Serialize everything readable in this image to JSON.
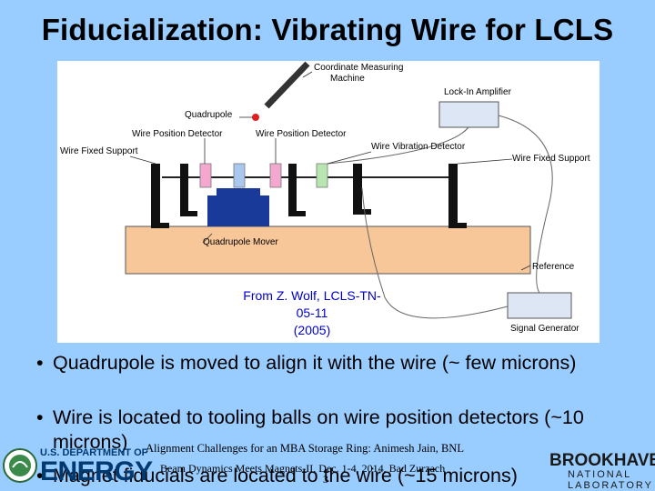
{
  "slide": {
    "title": "Fiducialization: Vibrating Wire for LCLS"
  },
  "figure": {
    "labels": {
      "cmm": "Coordinate Measuring",
      "cmm2": "Machine",
      "lockin": "Lock-In Amplifier",
      "quadrupole": "Quadrupole",
      "wpd_left": "Wire Position Detector",
      "wpd_right": "Wire Position Detector",
      "wire_fixed_support_left": "Wire Fixed Support",
      "wire_vibration_detector": "Wire Vibration Detector",
      "wire_fixed_support_right": "Wire Fixed Support",
      "quadrupole_mover": "Quadrupole Mover",
      "reference": "Reference",
      "signal_generator": "Signal Generator"
    },
    "caption_line1": "From Z. Wolf, LCLS-TN-05-11",
    "caption_line2": "(2005)",
    "colors": {
      "mover": "#f7c79a",
      "quad": "#1a3a99",
      "wpd": "#f4a8d0",
      "wpd_center": "#a8c8ee",
      "vibration_detector": "#b8e6b0",
      "instrument": "#dde6f4",
      "cmm_dot": "#e02020"
    }
  },
  "bullets": [
    {
      "marker": "•",
      "text": "Quadrupole is moved to align it with the wire  (~ few microns)"
    },
    {
      "marker": "•",
      "text": "Wire is located to tooling balls on wire position detectors (~10 microns)"
    },
    {
      "marker": "•",
      "text": "Magnet fiducials are located to the wire (~15 microns)"
    }
  ],
  "footer": {
    "line1": "Alignment Challenges for an MBA Storage Ring: Animesh Jain, BNL",
    "line2": "Beam Dynamics Meets Magnets-II, Dec. 1-4, 2014, Bad Zurzach",
    "page": "3"
  },
  "logos": {
    "doe_line1": "U.S. DEPARTMENT OF",
    "doe_line2": "ENERGY",
    "bnl_line1": "BROOKHAVEN",
    "bnl_line2": "NATIONAL LABORATORY"
  }
}
